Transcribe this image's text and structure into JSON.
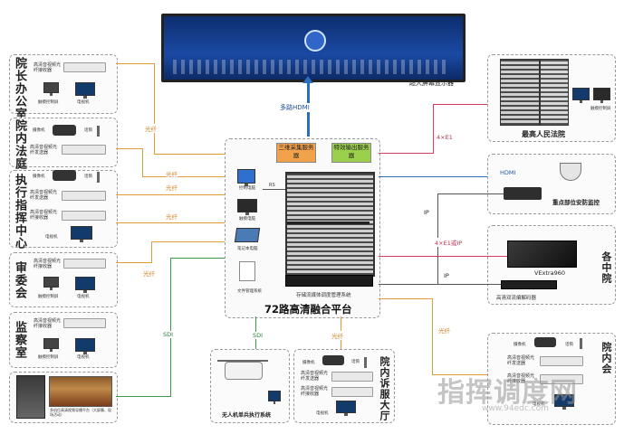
{
  "top_display": {
    "caption": "超大屏幕显示器"
  },
  "hdmi_multi": "多路HDMI",
  "center": {
    "title": "72路高清融合平台",
    "server_left": "三维采集服务器",
    "server_right": "特效输出服务器",
    "storage_caption": "存储流媒体调度管理系统",
    "rs_label": "RS",
    "pc1": "控制电脑",
    "pc2": "触摸电脑",
    "laptop": "笔记本电脑",
    "doc": "文件管理系统"
  },
  "left_rooms": [
    {
      "title": "院长办公室",
      "devices": [
        "高清音视频光纤接收器"
      ],
      "screens": [
        "触摸控制屏",
        "电视机"
      ]
    },
    {
      "title": "院内法庭",
      "devices": [
        "摄像机",
        "话筒",
        "高清音视频光纤发送器"
      ]
    },
    {
      "title": "执行指挥中心",
      "devices": [
        "摄像机",
        "话筒",
        "高清音视频光纤发送器",
        "高清音视频光纤接收器",
        "电视机"
      ]
    },
    {
      "title": "审委会",
      "devices": [
        "高清音视频光纤接收器"
      ],
      "screens": [
        "触摸控制屏",
        "电视机"
      ]
    },
    {
      "title": "监察室",
      "devices": [
        "高清音视频光纤接收器"
      ],
      "screens": [
        "触摸控制屏",
        "电视机"
      ]
    }
  ],
  "bottom_left_caption": "多机位高清视频导播平台（大屏幕、现场活动）",
  "links": {
    "fiber": "光纤",
    "sdi": "SDI",
    "e1": "4×E1",
    "e1_ip": "4×E1或IP",
    "ip": "IP",
    "hdmi": "HDMI"
  },
  "right_blocks": {
    "supreme_court": "最高人民法院",
    "supreme_touch": "触摸控制屏",
    "surveillance": "重点部位安防监控",
    "vextra": "VExtra960",
    "decoder": "高清双流编解码器",
    "branch_court": "各中院",
    "branch_court2": "院内会",
    "branch_devices": [
      "摄像机",
      "话筒",
      "高清音视频光纤发送器",
      "高清音视频光纤接收器",
      "电视机"
    ]
  },
  "bottom": {
    "drone": "无人机单兵执行系统",
    "litigation_title": "院内诉服大厅",
    "litigation_devices": [
      "摄像机",
      "话筒",
      "高清音视频光纤发送器",
      "高清音视频光纤接收器",
      "电视机"
    ]
  },
  "watermark": {
    "text": "指挥调度网",
    "url": "www.94edc.com"
  },
  "colors": {
    "fiber": "#e39b37",
    "sdi": "#3a9a4a",
    "hdmi": "#2a6fbd",
    "e1": "#d04060",
    "ip": "#555555"
  }
}
